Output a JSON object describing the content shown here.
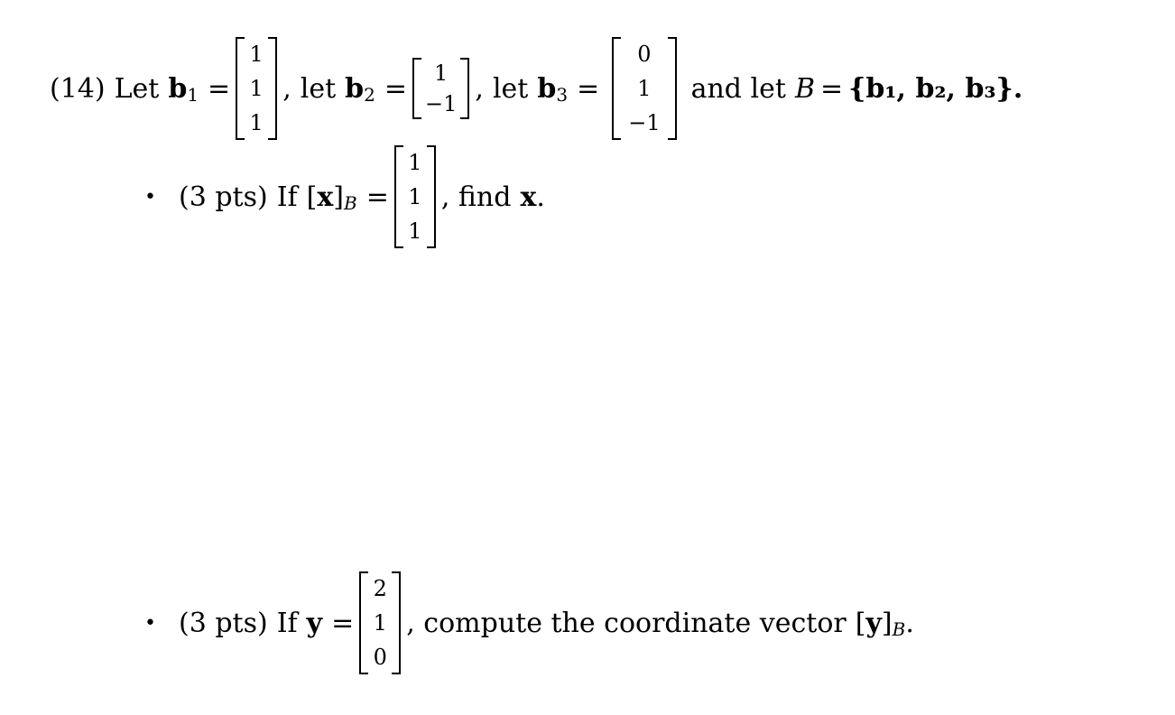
{
  "problem": {
    "number": "(14)",
    "let_word": "Let",
    "let_lower": "let",
    "and_let": "and let",
    "b": "b",
    "sub1": "1",
    "sub2": "2",
    "sub3": "3",
    "equals": "=",
    "comma": ",",
    "b1_vector": [
      "1",
      "1",
      "1"
    ],
    "b2_vector": [
      "1",
      "−1"
    ],
    "b3_vector": [
      "0",
      "1",
      "−1"
    ],
    "basis_symbol": "B",
    "basis_set": "{b₁, b₂, b₃}."
  },
  "parts": [
    {
      "bullet": "•",
      "points": "(3 pts)",
      "if_word": "If",
      "lhs_open": "[",
      "lhs_var": "x",
      "lhs_close": "]",
      "basis_sub": "B",
      "vector": [
        "1",
        "1",
        "1"
      ],
      "after_vector": ", find",
      "target": "x",
      "period": "."
    },
    {
      "bullet": "•",
      "points": "(3 pts)",
      "if_word": "If",
      "var": "y",
      "vector": [
        "2",
        "1",
        "0"
      ],
      "after_vector": ", compute the coordinate vector",
      "rhs_open": "[",
      "rhs_var": "y",
      "rhs_close": "]",
      "basis_sub": "B",
      "period": "."
    }
  ]
}
